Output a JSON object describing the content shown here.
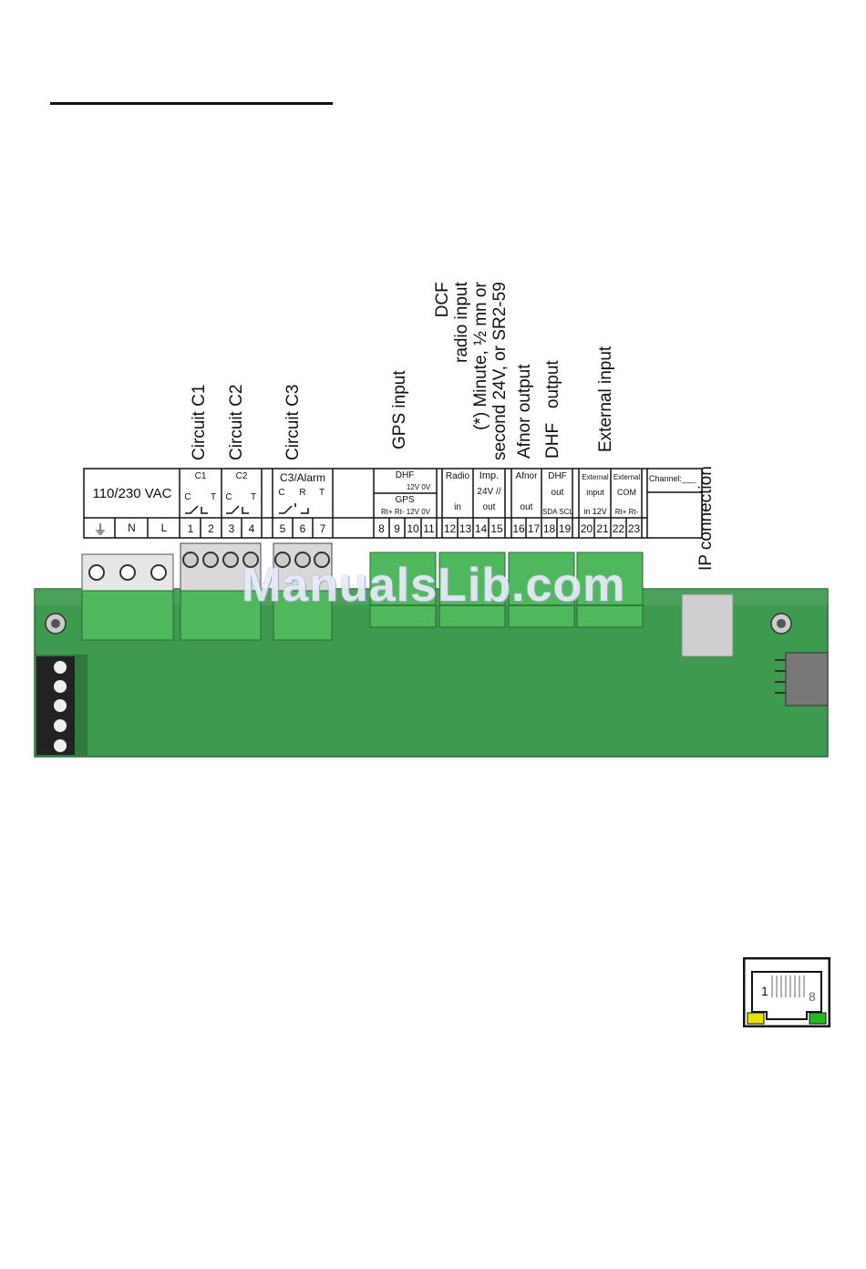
{
  "top_labels": {
    "circuit_c1": "Circuit C1",
    "circuit_c2": "Circuit C2",
    "circuit_c3": "Circuit C3",
    "gps_input": "GPS input",
    "dcf_block": "DCF\nradio input\n(*) Minute, ½ mn or\nsecond 24V, or SR2-59",
    "afnor_output": "Afnor output",
    "dhf_output": "DHF   output",
    "external_input": "External input",
    "ip_connection": "IP connection"
  },
  "terminal_table": {
    "power": "110/230 VAC",
    "power_pins": [
      "⏚",
      "N",
      "L"
    ],
    "c1": "C1",
    "c2": "C2",
    "c3": "C3/Alarm",
    "c_label": "C",
    "t_label": "T",
    "r_label": "R",
    "dhf_head": "DHF",
    "dhf_sub": "12V  0V",
    "gps_head": "GPS",
    "gps_sub": "Rt+  Rt-  12V  0V",
    "radio": "Radio",
    "radio_in": "in",
    "imp": "Imp.",
    "imp_sub": "24V //",
    "imp_out": "out",
    "afnor": "Afnor",
    "afnor_out": "out",
    "dhf2": "DHF",
    "dhf2_out": "out",
    "dhf2_sub": "SDA SCL",
    "ext_input": "External",
    "ext_input2": "input",
    "ext_input_sub": "in  12V",
    "ext_com": "External",
    "ext_com2": "COM",
    "ext_com_sub": "Rt+  Rt-",
    "channel": "Channel:___",
    "pins": [
      "1",
      "2",
      "3",
      "4",
      "5",
      "6",
      "7",
      "8",
      "9",
      "10",
      "11",
      "12",
      "13",
      "14",
      "15",
      "16",
      "17",
      "18",
      "19",
      "20",
      "21",
      "22",
      "23"
    ]
  },
  "watermark": "ManualsLib.com",
  "rj45": {
    "pin_first": "1",
    "pin_last": "8",
    "led_left": "#e8e000",
    "led_right": "#22bb22"
  },
  "colors": {
    "board": "#3e9a4e",
    "connector": "#4fb85c",
    "outline": "#111111"
  }
}
